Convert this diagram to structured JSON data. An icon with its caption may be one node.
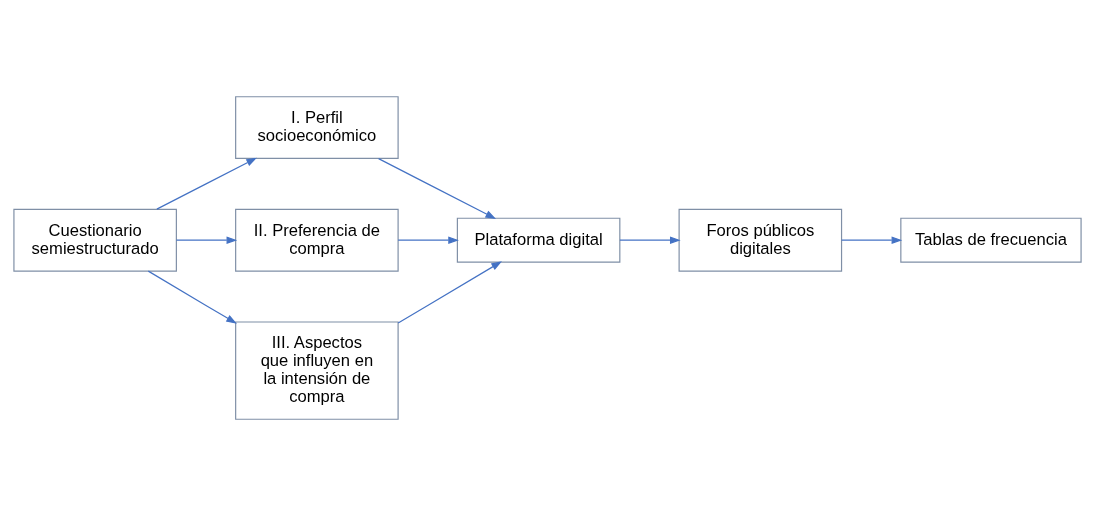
{
  "diagram": {
    "nodes": [
      {
        "text": [
          "Cuestionario semiestructurado"
        ]
      },
      {
        "text": [
          "I. Perfil socioeconómico"
        ]
      },
      {
        "text": [
          "II. Preferencia de compra"
        ]
      },
      {
        "text": [
          "III. Aspectos que influyen en la intensión de compra"
        ]
      },
      {
        "text": [
          "Plataforma digital"
        ]
      },
      {
        "text": [
          "Foros públicos digitales"
        ]
      },
      {
        "text": [
          "Tablas de frecuencia"
        ]
      }
    ],
    "edges": [
      {
        "from": 0,
        "to": 1,
        "arrow": "to"
      },
      {
        "from": 0,
        "to": 2,
        "arrow": "to"
      },
      {
        "from": 0,
        "to": 3,
        "arrow": "to"
      },
      {
        "from": 1,
        "to": 4,
        "arrow": "to"
      },
      {
        "from": 2,
        "to": 4,
        "arrow": "to"
      },
      {
        "from": 3,
        "to": 4,
        "arrow": "to"
      },
      {
        "from": 4,
        "to": 5,
        "arrow": "to"
      },
      {
        "from": 5,
        "to": 6,
        "arrow": "to"
      }
    ]
  }
}
